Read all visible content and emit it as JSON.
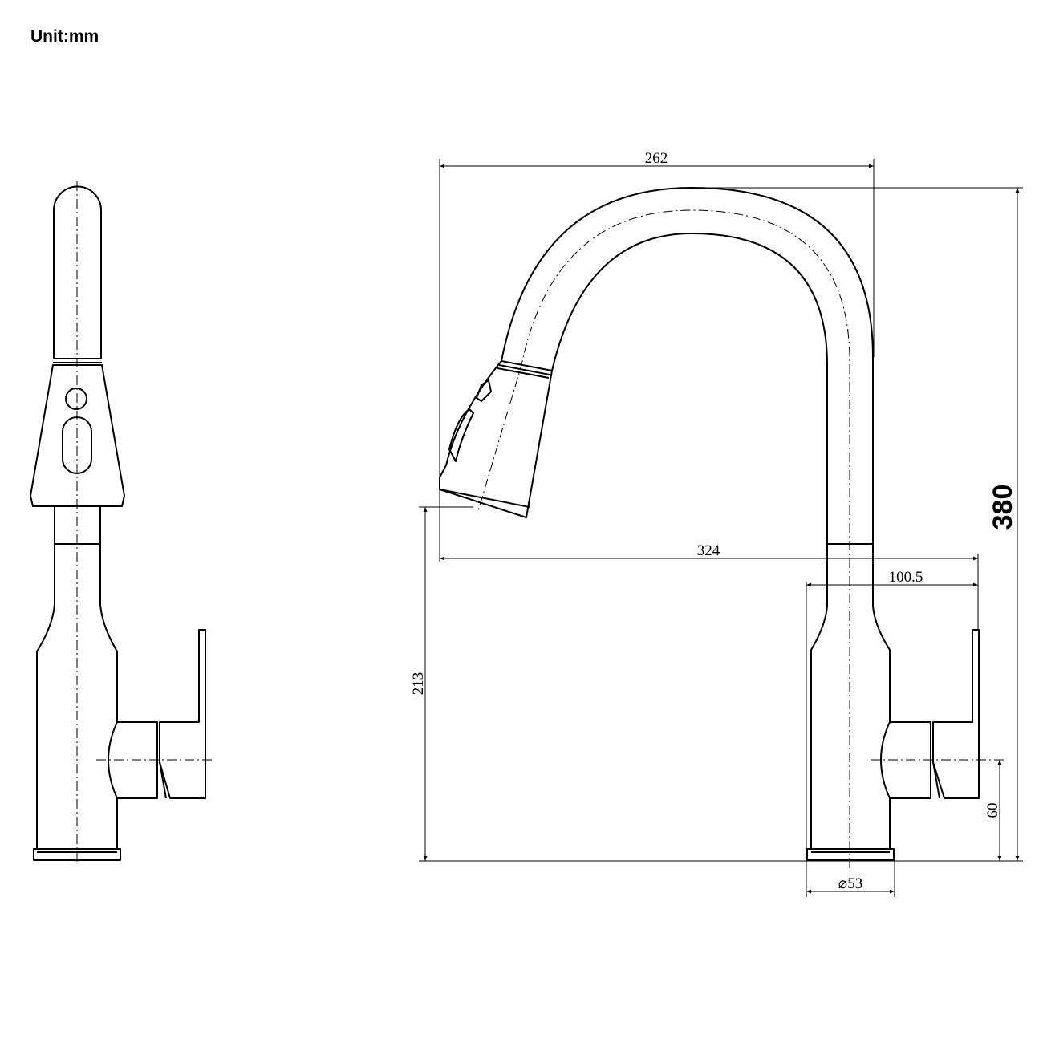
{
  "unit_label": "Unit:mm",
  "dimensions": {
    "spout_reach": "262",
    "total_reach": "324",
    "handle_reach": "100.5",
    "total_height": "380",
    "spout_height": "213",
    "handle_height": "60",
    "base_diameter": "⌀53"
  },
  "colors": {
    "line": "#000000",
    "background": "#ffffff"
  }
}
